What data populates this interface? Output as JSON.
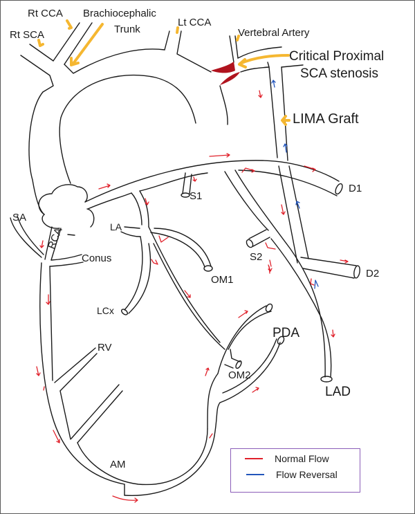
{
  "figure": {
    "title": "Coronary-subclavian steal schematic",
    "labels": {
      "rt_cca": "Rt CCA",
      "rt_sca": "Rt SCA",
      "brachiocephalic_1": "Brachiocephalic",
      "brachiocephalic_2": "Trunk",
      "lt_cca": "Lt CCA",
      "vertebral": "Vertebral  Artery",
      "stenosis_1": "Critical  Proximal",
      "stenosis_2": "SCA  stenosis",
      "lima": "LIMA Graft",
      "s1": "S1",
      "d1": "D1",
      "sa": "SA",
      "rca": "RCA",
      "la": "LA",
      "conus": "Conus",
      "s2": "S2",
      "om1": "OM1",
      "d2": "D2",
      "lcx": "LCx",
      "pda": "PDA",
      "rv": "RV",
      "om2": "OM2",
      "lad": "LAD",
      "am": "AM"
    },
    "colors": {
      "normal_flow": "#e0202a",
      "flow_reversal": "#2255bb",
      "stenosis": "#b0131e",
      "pointer": "#f5b731",
      "legend_border": "#8a5cb8"
    }
  },
  "legend": {
    "items": [
      {
        "label": "Normal Flow",
        "color": "#e0202a"
      },
      {
        "label": "Flow Reversal",
        "color": "#2255bb"
      }
    ]
  }
}
